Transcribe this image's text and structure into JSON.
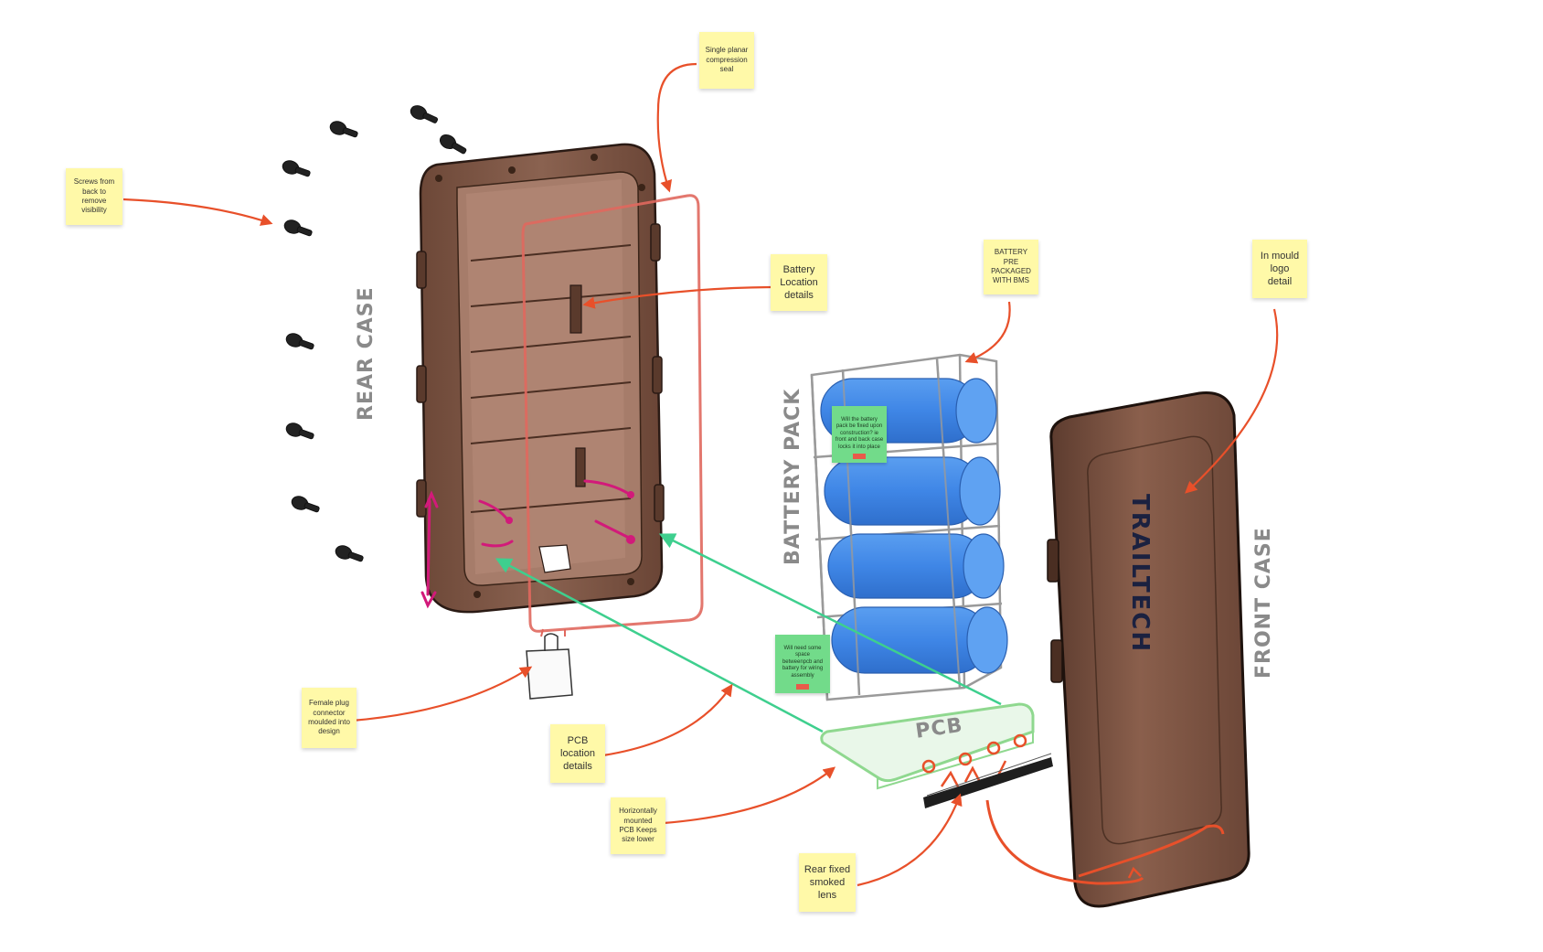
{
  "labels": {
    "rear_case": "REAR CASE",
    "battery_pack": "BATTERY PACK",
    "front_case": "FRONT CASE",
    "pcb": "PCB",
    "logo": "TRAILTECH"
  },
  "notes": {
    "screws": "Screws from\nback to\nremove\nvisibility",
    "seal": "Single planar\ncompression\nseal",
    "battery_location": "Battery\nLocation\ndetails",
    "battery_prepackaged": "BATTERY PRE\nPACKAGED\nWITH BMS",
    "logo": "In mould\nlogo\ndetail",
    "female_plug": "Female plug\nconnector\nmoulded into\ndesign",
    "pcb_location": "PCB\nlocation\ndetails",
    "horizontal_pcb": "Horizontally\nmounted\nPCB Keeps\nsize lower",
    "smoked_lens": "Rear fixed\nsmoked\nlens"
  },
  "comments": {
    "battery_fixing": "Will the battery\npack be fixed upon\nconstruction? ie\nfront and back case\nlocks it into place",
    "space": "Will need some\nspace\nbetweenpcb and\nbattery for wiring\nassembly"
  },
  "colors": {
    "case_brown": "#7a5444",
    "battery_blue": "#3f86e6",
    "seal_red": "#e0685e",
    "arrow_orange": "#e8502a",
    "leader_green": "#3ecf8e",
    "pcb_green": "#8fd88f",
    "sticky_yellow": "#fff9a8",
    "comment_green": "#72db8a",
    "magenta": "#d21a7a"
  }
}
